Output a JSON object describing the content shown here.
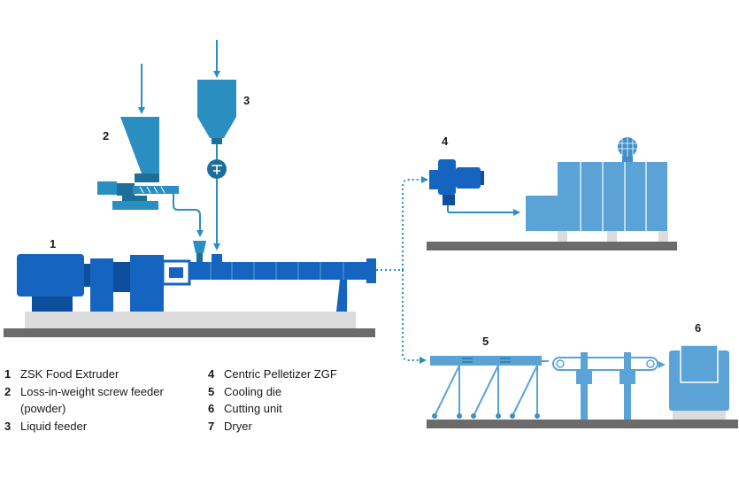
{
  "colors": {
    "extruder_blue": "#1565c0",
    "extruder_dark": "#0d4f9c",
    "feeder_blue": "#2a8fc0",
    "feeder_dark": "#1b6f99",
    "machine_light": "#5ba3d6",
    "machine_mid": "#3f8fca",
    "ground": "#6b6b6b",
    "base": "#dcdcdc",
    "flow_line": "#2a8fc0",
    "dotted_line": "#2a8fc0"
  },
  "labels": {
    "n1": "1",
    "n2": "2",
    "n3": "3",
    "n4": "4",
    "n5": "5",
    "n6": "6"
  },
  "legend": {
    "col1": [
      {
        "num": "1",
        "text": "ZSK Food Extruder"
      },
      {
        "num": "2",
        "text": "Loss-in-weight screw feeder",
        "cont": "(powder)"
      },
      {
        "num": "3",
        "text": "Liquid feeder"
      }
    ],
    "col2": [
      {
        "num": "4",
        "text": "Centric Pelletizer ZGF"
      },
      {
        "num": "5",
        "text": "Cooling die"
      },
      {
        "num": "6",
        "text": "Cutting unit"
      },
      {
        "num": "7",
        "text": "Dryer"
      }
    ]
  }
}
